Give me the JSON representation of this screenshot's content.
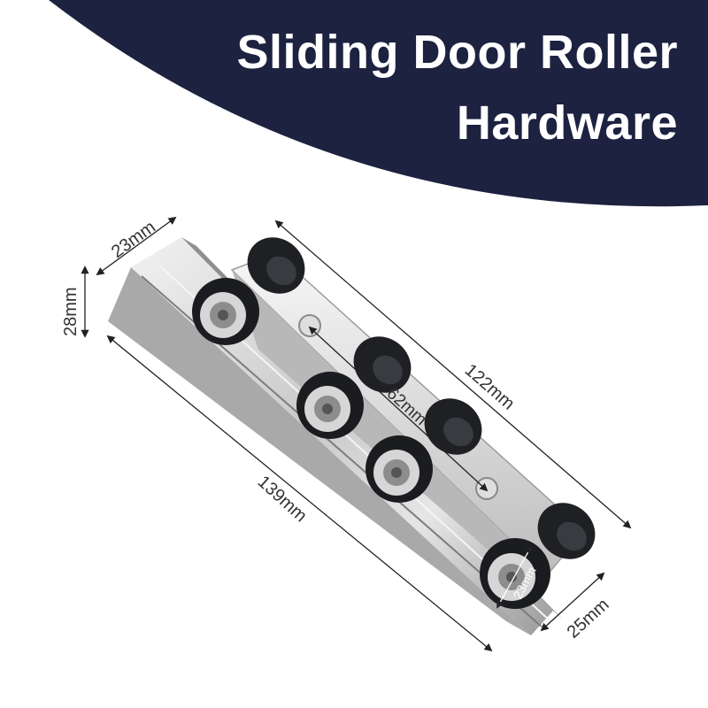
{
  "banner": {
    "title_line_1": "Sliding Door Roller",
    "title_line_2": "Hardware",
    "color": "#1c2240"
  },
  "dimensions": {
    "width_top": "23mm",
    "height": "28mm",
    "total_length": "122mm",
    "hole_spacing": "62mm",
    "rail_length": "139mm",
    "wheel_diameter": "23mm",
    "width_bottom": "25mm"
  },
  "icons": {
    "product": "sliding-door-roller-icon",
    "arrow": "dimension-arrow-icon"
  }
}
